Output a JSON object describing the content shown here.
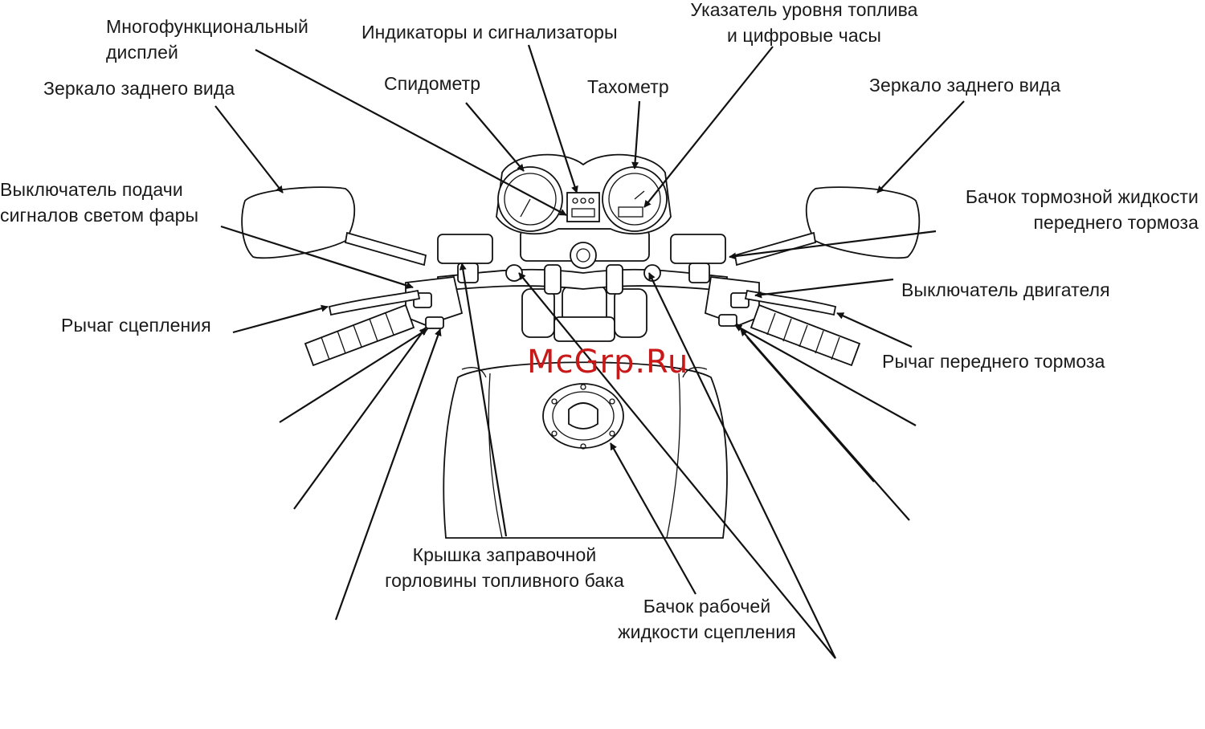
{
  "labels": {
    "multifunction_display": [
      "Многофункциональный",
      "дисплей"
    ],
    "indicators": "Индикаторы и сигнализаторы",
    "fuel_gauge_clock": [
      "Указатель уровня топлива",
      "и цифровые часы"
    ],
    "mirror_left": "Зеркало заднего вида",
    "speedometer": "Спидометр",
    "tachometer": "Тахометр",
    "mirror_right": "Зеркало заднего вида",
    "headlight_flash_switch": [
      "Выключатель подачи",
      "сигналов светом фары"
    ],
    "front_brake_reservoir": [
      "Бачок тормозной жидкости",
      "переднего тормоза"
    ],
    "engine_stop_switch": "Выключатель двигателя",
    "clutch_lever": "Рычаг сцепления",
    "front_brake_lever": "Рычаг переднего тормоза",
    "fuel_filler_cap": [
      "Крышка заправочной",
      "горловины топливного бака"
    ],
    "clutch_fluid_reservoir": [
      "Бачок рабочей",
      "жидкости сцепления"
    ]
  },
  "watermark": "McGrp.Ru"
}
